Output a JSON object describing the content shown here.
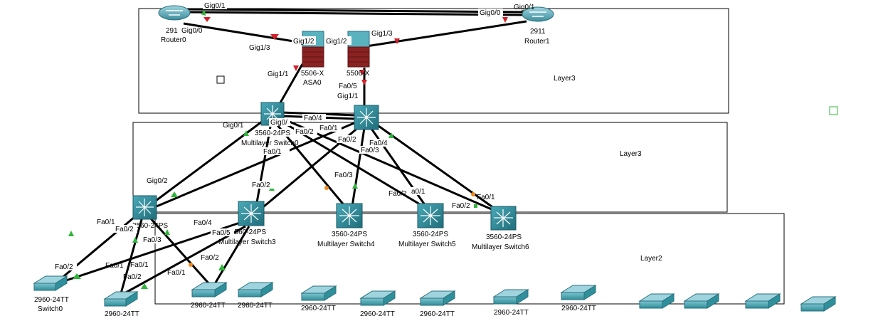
{
  "areas": {
    "layer3_top": "Layer3",
    "layer3_mid": "Layer3",
    "layer2": "Layer2"
  },
  "devices": {
    "router0": {
      "model": "291",
      "name": "Router0"
    },
    "router1": {
      "model": "2911",
      "name": "Router1"
    },
    "asa0": {
      "model": "5506-X",
      "name": "ASA0"
    },
    "asa1": {
      "model": "5506-X"
    },
    "mls0": {
      "model": "3560-24PS",
      "name": "Multilayer Switch0"
    },
    "mls2": {
      "model": "3560-24PS"
    },
    "mls3": {
      "model": "3560-24PS",
      "name": "Multilayer Switch3"
    },
    "mls4": {
      "model": "3560-24PS",
      "name": "Multilayer Switch4"
    },
    "mls5": {
      "model": "3560-24PS",
      "name": "Multilayer Switch5"
    },
    "mls6": {
      "model": "3560-24PS",
      "name": "Multilayer Switch6"
    },
    "switch0": {
      "model": "2960-24TT",
      "name": "Switch0"
    },
    "sw_b": {
      "model": "2960-24TT"
    },
    "sw_c": {
      "model": "2960-24TT"
    },
    "sw_d": {
      "model": "2960-24TT"
    },
    "sw_e": {
      "model": "2960-24TT"
    },
    "sw_f": {
      "model": "2960-24TT"
    },
    "sw_g": {
      "model": "2960-24TT"
    },
    "sw_h": {
      "model": "2960-24TT"
    },
    "sw_i": {
      "model": "2960-24TT"
    }
  },
  "ports": {
    "r0_gig01": "Gig0/1",
    "r0_gig00": "Gig0/0",
    "r1_gig00": "Gig0/0",
    "r1_gig01": "Gig0/1",
    "asa0_gig13": "Gig1/3",
    "asa0_gig12": "Gig1/2",
    "asa1_gig12": "Gig1/2",
    "asa1_gig13": "Gig1/3",
    "asa0_gig11": "Gig1/1",
    "asa1_fa05": "Fa0/5",
    "mls_gig11": "Gig1/1",
    "mls0_gig01": "Gig0/1",
    "mls0_gig0x": "Gig0/",
    "mls1_fa04": "Fa0/4",
    "mls1_fa02": "Fa0/2",
    "mls1_fa01": "Fa0/1",
    "mls1_fa02b": "Fa0/2",
    "mls1_fa04b": "Fa0/4",
    "mls1_fa03": "Fa0/3",
    "mls0_fa01": "Fa0/1",
    "mls2_gig02": "Gig0/2",
    "mls3_fa02": "Fa0/2",
    "mls4_fa03": "Fa0/3",
    "mls5_fa02": "Fa0/2",
    "mls5_fa01": "a0/1",
    "mls6_fa01": "Fa0/1",
    "mls6_fa02": "Fa0/2",
    "mls2_fa01": "Fa0/1",
    "mls2_fa02": "Fa0/2",
    "mls2_fa03": "Fa0/3",
    "mls3_fa04": "Fa0/4",
    "mls3_fa05": "Fa0/5",
    "mls3_fa02b": "Fa0/2",
    "sw0_fa01": "Fa0/1",
    "sw0_fa02": "Fa0/2",
    "swb_fa01": "Fa0/1",
    "swb_fa02": "Fa0/2",
    "swc_fa01": "Fa0/1"
  },
  "colors": {
    "link": "#000000",
    "up": "#2fb53a",
    "down": "#d4202a",
    "amber": "#f08a1e",
    "device_teal": "#2f8f9a",
    "asa_red": "#8b2222"
  }
}
